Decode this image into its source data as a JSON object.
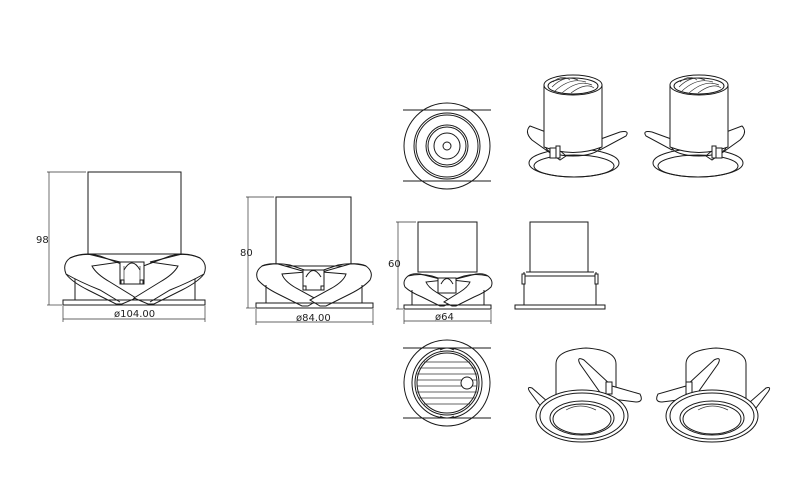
{
  "drawing": {
    "type": "technical product drawing - recessed downlight family",
    "line_color": "#1a1a1a",
    "background": "#ffffff"
  },
  "models": [
    {
      "id": "large",
      "height_label": "98",
      "diameter_label": "ø104.00"
    },
    {
      "id": "medium",
      "height_label": "80",
      "diameter_label": "ø84.00"
    },
    {
      "id": "small",
      "height_label": "60",
      "diameter_label": "ø64"
    }
  ],
  "views": {
    "top_view": "plan view (concentric circles)",
    "bottom_view": "underside view with louvre grille",
    "side_view": "side elevation without springs",
    "iso_top": [
      "isometric top-left",
      "isometric top-right"
    ],
    "iso_bottom": [
      "isometric bottom-left",
      "isometric bottom-right"
    ]
  }
}
